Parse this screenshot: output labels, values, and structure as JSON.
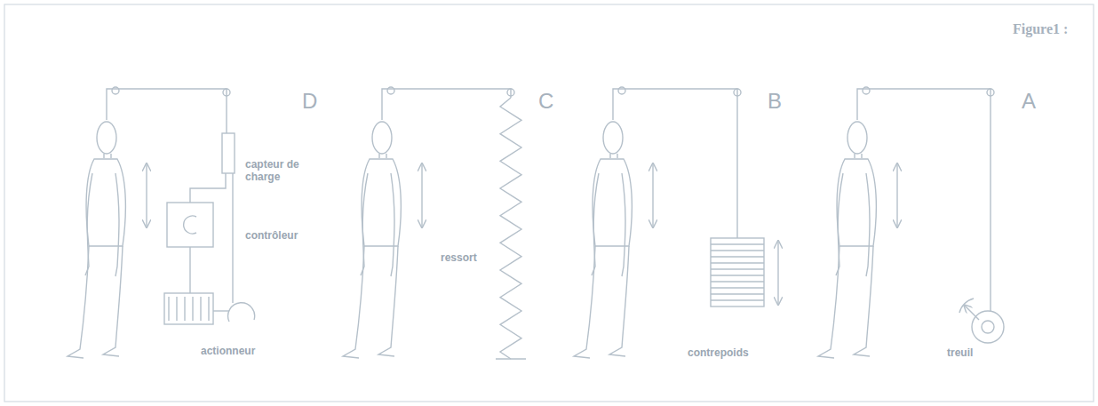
{
  "diagram": {
    "title": "Figure1 :",
    "labels": [
      "A",
      "treuil",
      "B",
      "contrepoids",
      "C",
      "ressort",
      "D",
      "capteur de charge",
      "contrôleur",
      "actionneur"
    ]
  }
}
